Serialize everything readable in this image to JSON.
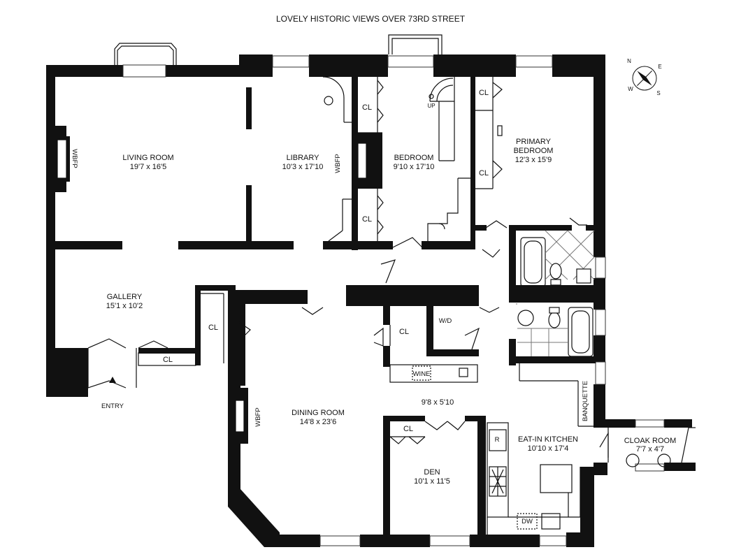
{
  "title": "LOVELY HISTORIC VIEWS OVER 73RD STREET",
  "rooms": {
    "living_room": {
      "name": "LIVING ROOM",
      "size": "19'7 x 16'5"
    },
    "library": {
      "name": "LIBRARY",
      "size": "10'3 x 17'10"
    },
    "bedroom": {
      "name": "BEDROOM",
      "size": "9'10 x 17'10"
    },
    "primary_bedroom": {
      "name1": "PRIMARY",
      "name2": "BEDROOM",
      "size": "12'3 x 15'9"
    },
    "gallery": {
      "name": "GALLERY",
      "size": "15'1 x 10'2"
    },
    "dining_room": {
      "name": "DINING ROOM",
      "size": "14'8 x 23'6"
    },
    "den": {
      "name": "DEN",
      "size": "10'1 x 11'5"
    },
    "eat_in_kitchen": {
      "name": "EAT-IN KITCHEN",
      "size": "10'10 x 17'4"
    },
    "cloak_room": {
      "name": "CLOAK ROOM",
      "size": "7'7 x 4'7"
    },
    "hall": {
      "size": "9'8 x 5'10"
    }
  },
  "labels": {
    "wbfp": "WBFP",
    "closet": "CL",
    "up": "UP",
    "washer_dryer": "W/D",
    "wine": "WINE",
    "refrigerator": "R",
    "dishwasher": "DW",
    "banquette": "BANQUETTE",
    "entry": "ENTRY"
  },
  "compass": {
    "n": "N",
    "e": "E",
    "s": "S",
    "w": "W"
  },
  "colors": {
    "wall": "#111111",
    "line": "#111111",
    "background": "#ffffff"
  }
}
